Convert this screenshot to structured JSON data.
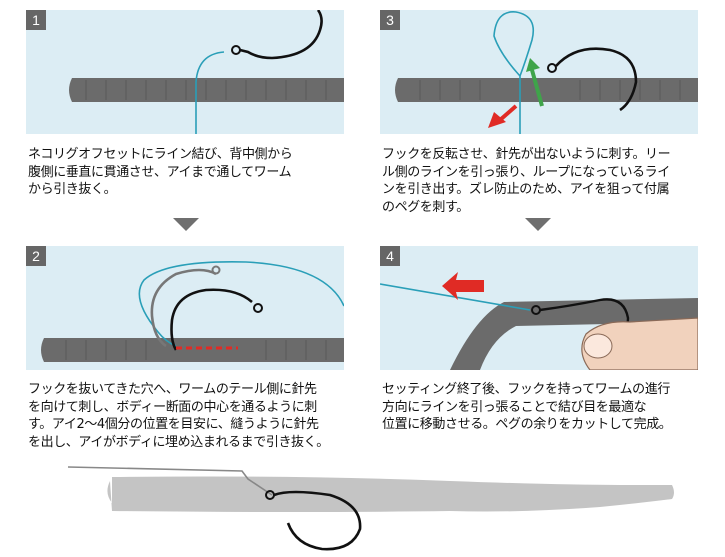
{
  "steps": [
    {
      "number": "1",
      "caption": [
        "ネコリグオフセットにライン結び、背中側から",
        "腹側に垂直に貫通させ、アイまで通してワーム",
        "から引き抜く。"
      ]
    },
    {
      "number": "2",
      "caption": [
        "フックを抜いてきた穴へ、ワームのテール側に針先",
        "を向けて刺し、ボディー断面の中心を通るように刺",
        "す。アイ2～4個分の位置を目安に、縫うように針先",
        "を出し、アイがボディに埋め込まれるまで引き抜く。"
      ]
    },
    {
      "number": "3",
      "caption": [
        "フックを反転させ、針先が出ないように刺す。リー",
        "ル側のラインを引っ張り、ループになっているライ",
        "ンを引き出す。ズレ防止のため、アイを狙って付属",
        "のペグを刺す。"
      ]
    },
    {
      "number": "4",
      "caption": [
        "セッティング終了後、フックを持ってワームの進行",
        "方向にラインを引っ張ることで結び目を最適な",
        "位置に移動させる。ペグの余りをカットして完成。"
      ]
    }
  ],
  "colors": {
    "panel_bg": "#dcedf4",
    "worm": "#6b6b6b",
    "line": "#2a9fb8",
    "arrow_red": "#e02b25",
    "arrow_green": "#3fa44a",
    "badge": "#666666"
  },
  "icons": [
    "down-triangle-icon",
    "red-arrow-icon",
    "green-arrow-icon",
    "hook-icon",
    "finger-icon"
  ]
}
